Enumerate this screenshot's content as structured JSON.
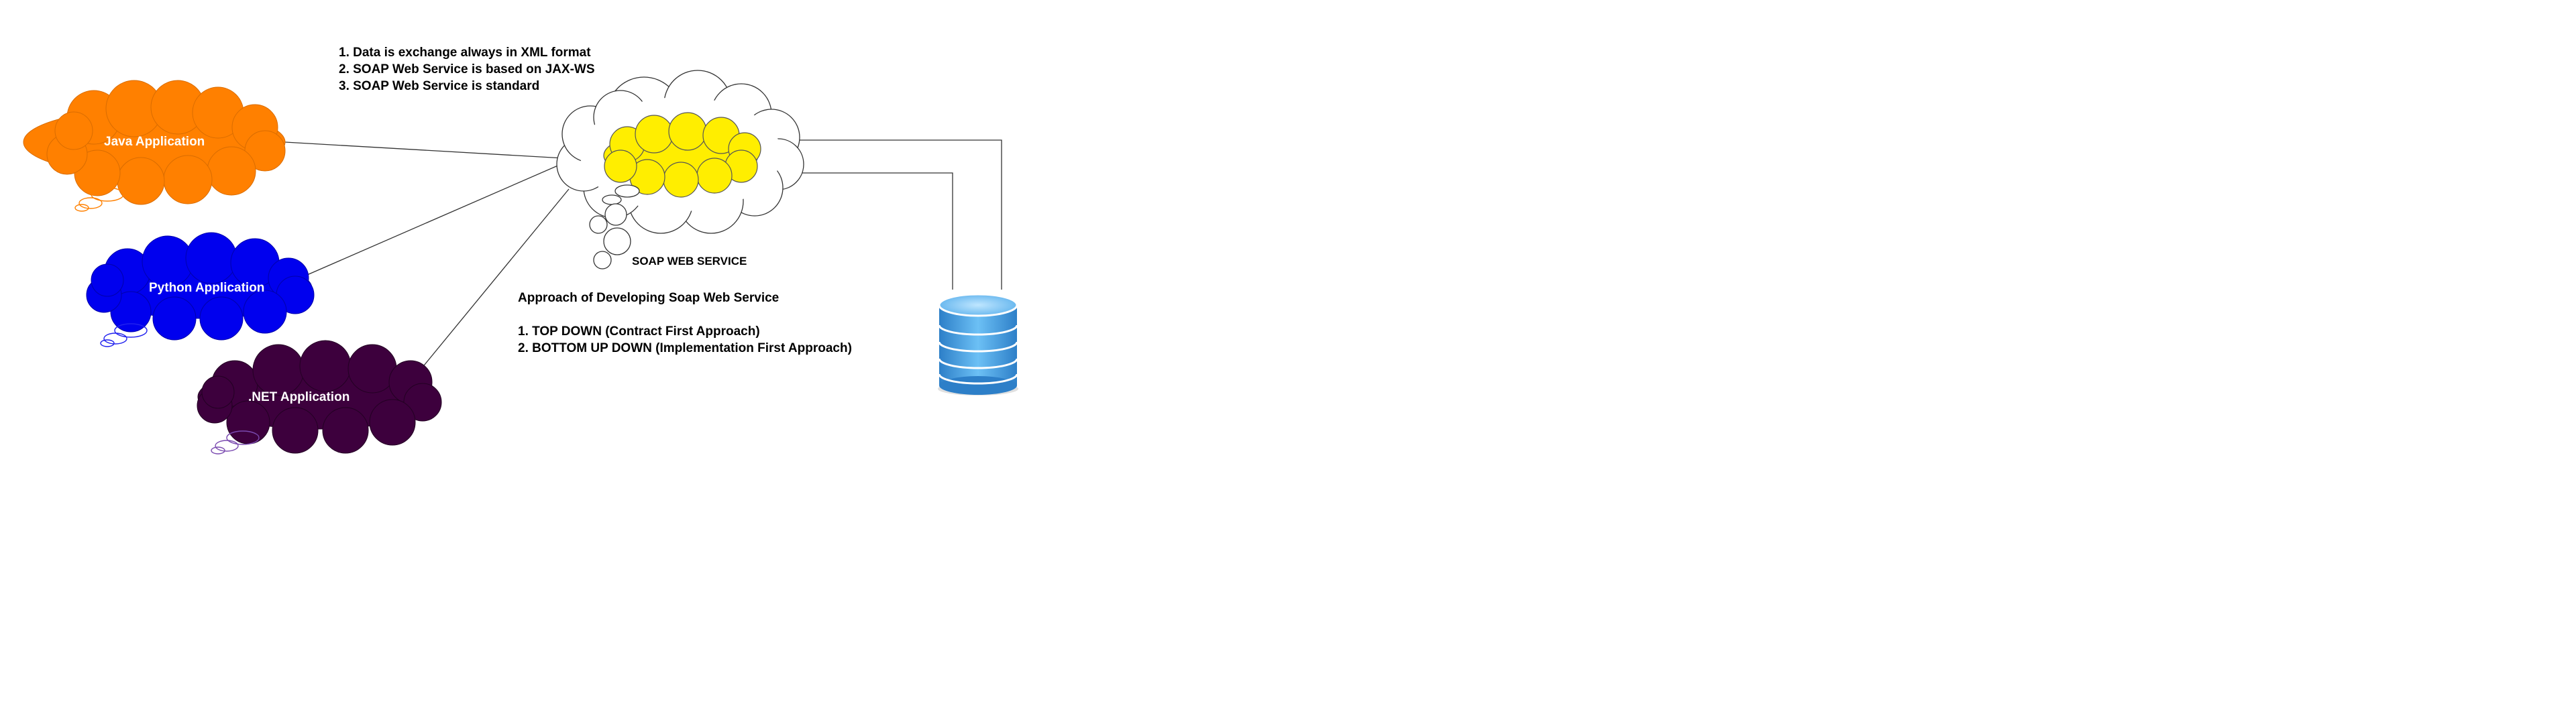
{
  "notes": [
    "1.  Data is exchange always in XML format",
    "2.  SOAP Web Service is based on  JAX-WS",
    "3.  SOAP Web Service is standard"
  ],
  "clients": [
    {
      "label": "Java Application",
      "color": "#ff8000"
    },
    {
      "label": "Python Application",
      "color": "#0000ee"
    },
    {
      "label": ".NET Application",
      "color": "#3d003d"
    }
  ],
  "service": {
    "label": "SOAP WEB SERVICE",
    "inner_color": "#ffee00"
  },
  "database": {
    "icon": "database-icon",
    "color": "#4aa3e8"
  },
  "approach": {
    "title": "Approach of Developing Soap Web Service",
    "items": [
      "1. TOP DOWN (Contract First Approach)",
      "2. BOTTOM UP DOWN (Implementation First Approach)"
    ]
  }
}
